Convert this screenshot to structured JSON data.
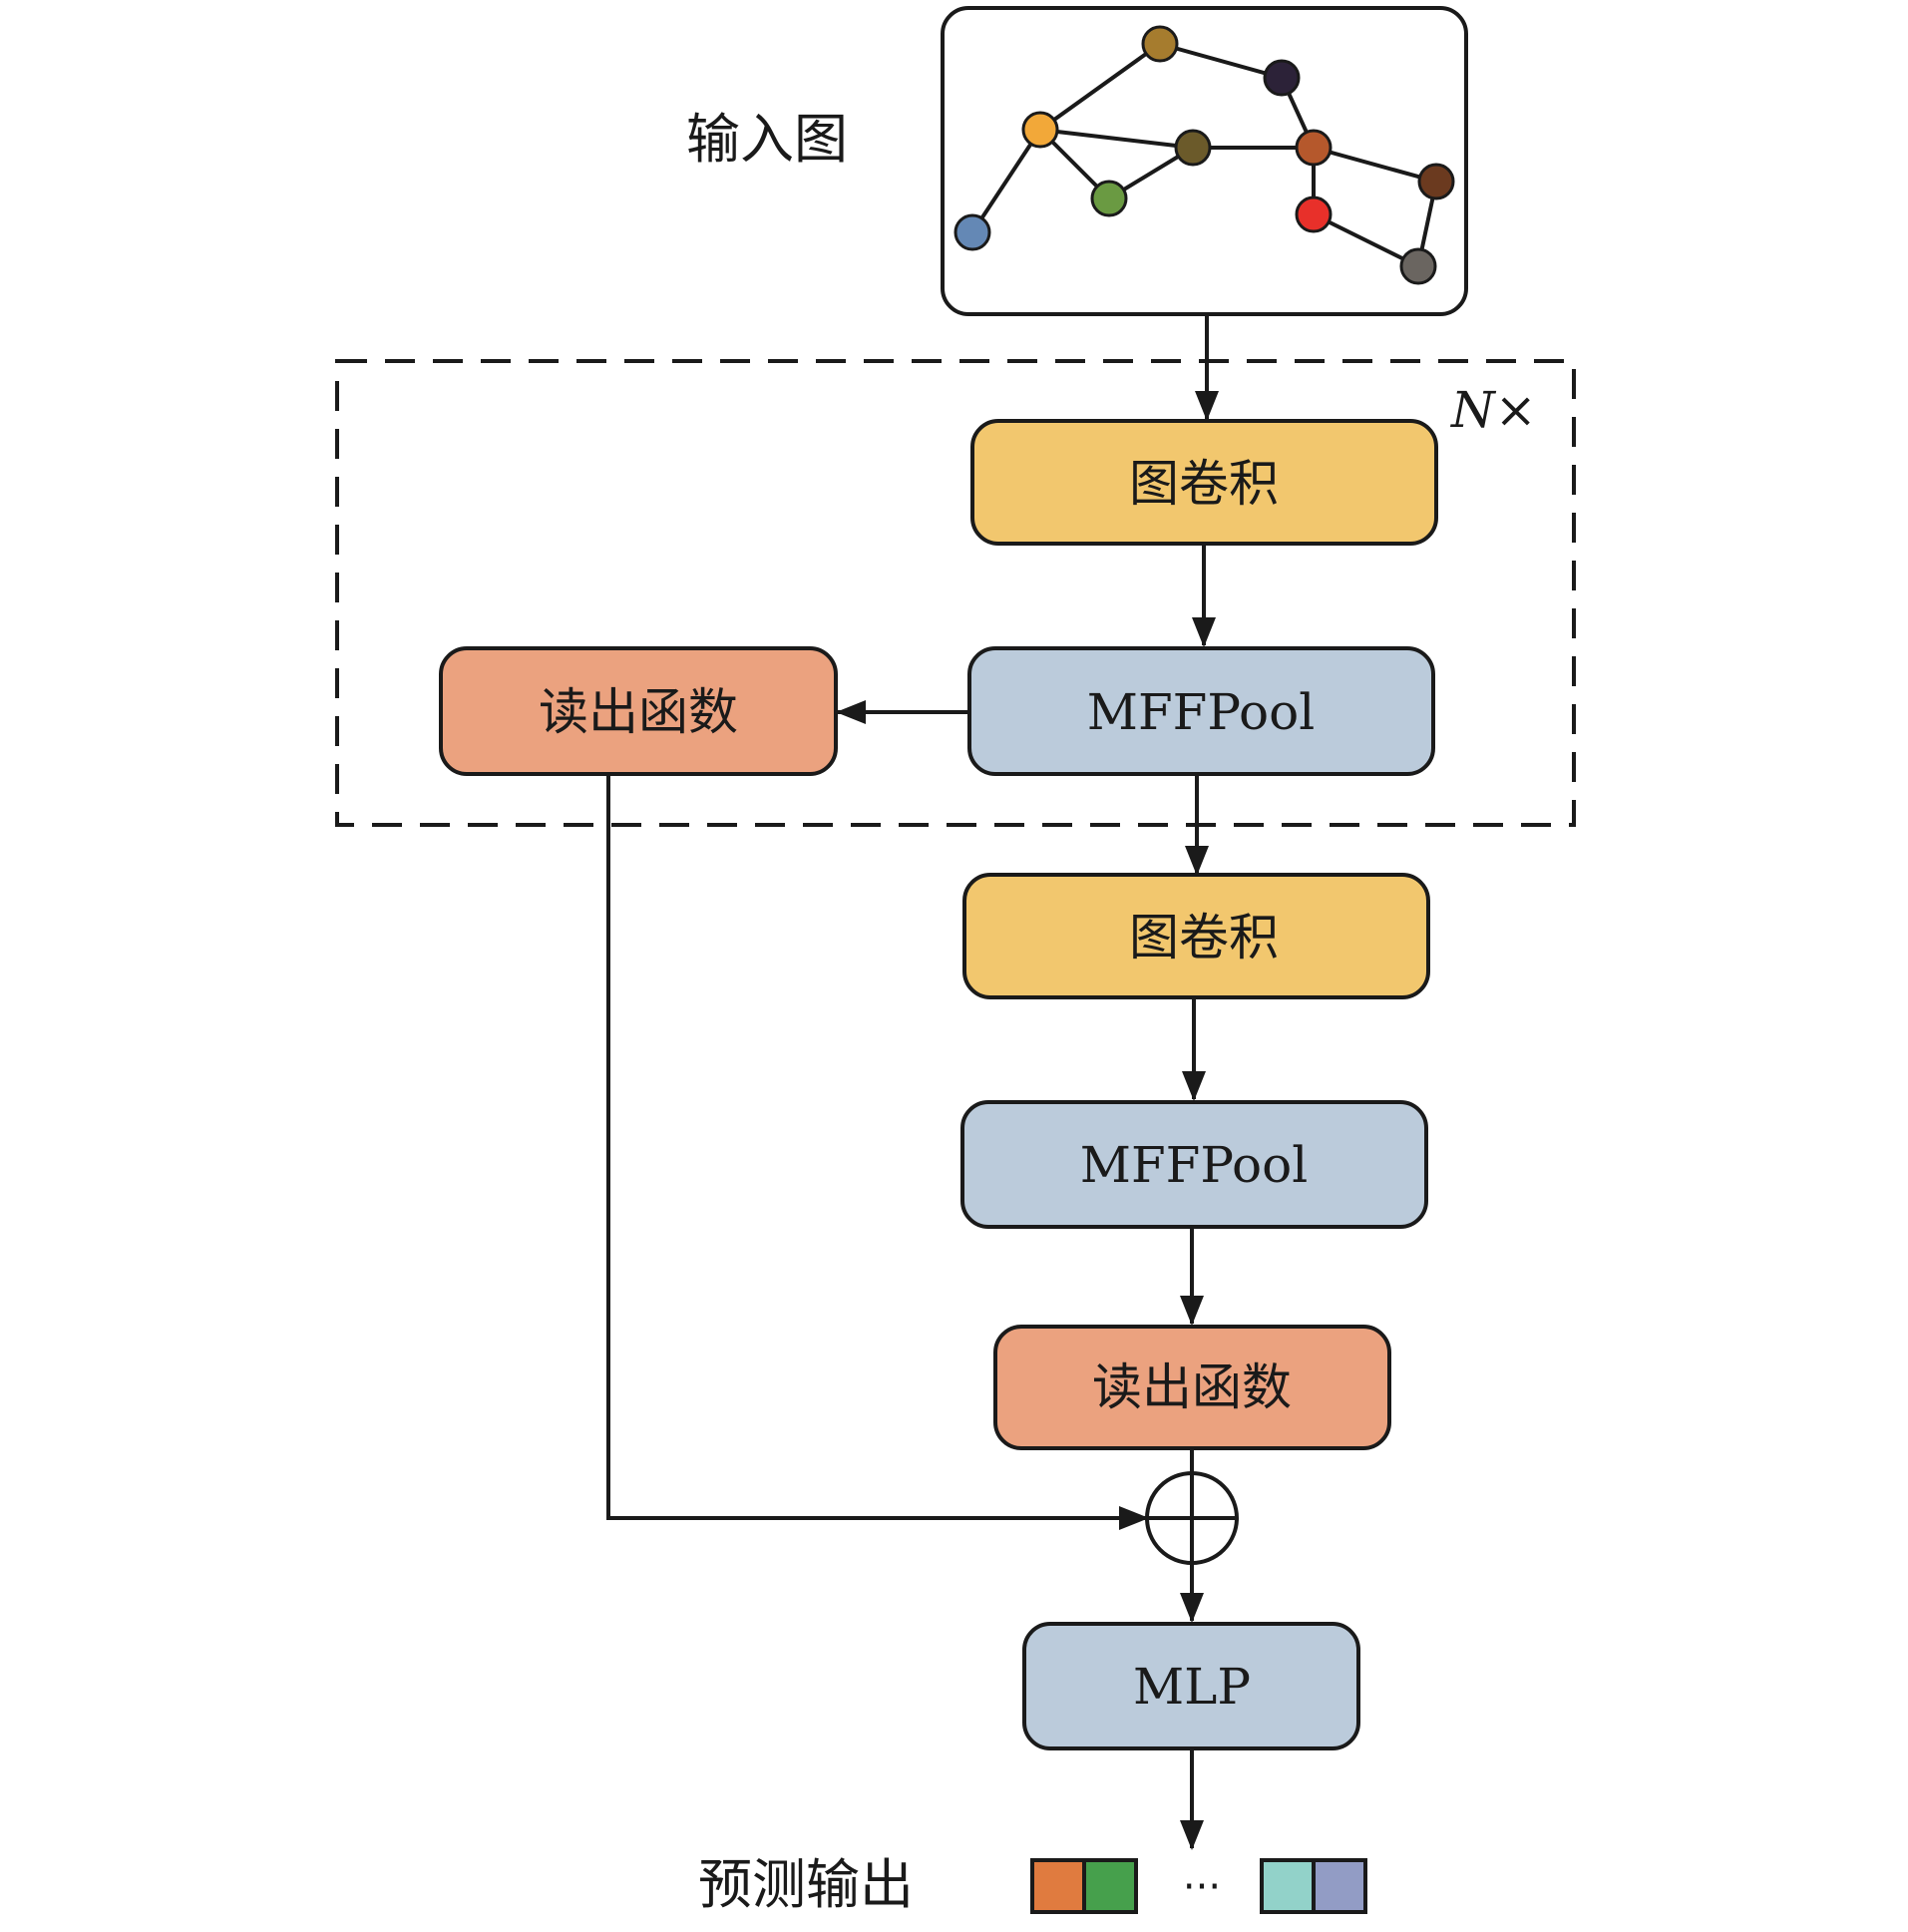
{
  "input_label": "输入图",
  "repeat_label": "N×",
  "output_label": "预测输出",
  "ellipsis": "···",
  "colors": {
    "conv": "#F2C76E",
    "pool": "#BBCBDB",
    "readout": "#EBA27F",
    "output_a1": "#E07B3F",
    "output_a2": "#46A04C",
    "output_b1": "#92D2C9",
    "output_b2": "#929CC5"
  },
  "graph": {
    "nodes": [
      {
        "id": "n1",
        "color": "#A67C2E"
      },
      {
        "id": "n2",
        "color": "#2C2238"
      },
      {
        "id": "n3",
        "color": "#F2A839"
      },
      {
        "id": "n4",
        "color": "#6B5A2A"
      },
      {
        "id": "n5",
        "color": "#B5582C"
      },
      {
        "id": "n6",
        "color": "#6B3A1F"
      },
      {
        "id": "n7",
        "color": "#6A9A42"
      },
      {
        "id": "n8",
        "color": "#E8302A"
      },
      {
        "id": "n9",
        "color": "#6488B5"
      },
      {
        "id": "n10",
        "color": "#6A6560"
      }
    ]
  },
  "blocks": {
    "conv1": "图卷积",
    "pool1": "MFFPool",
    "readout1": "读出函数",
    "conv2": "图卷积",
    "pool2": "MFFPool",
    "readout2": "读出函数",
    "mlp": "MLP"
  }
}
